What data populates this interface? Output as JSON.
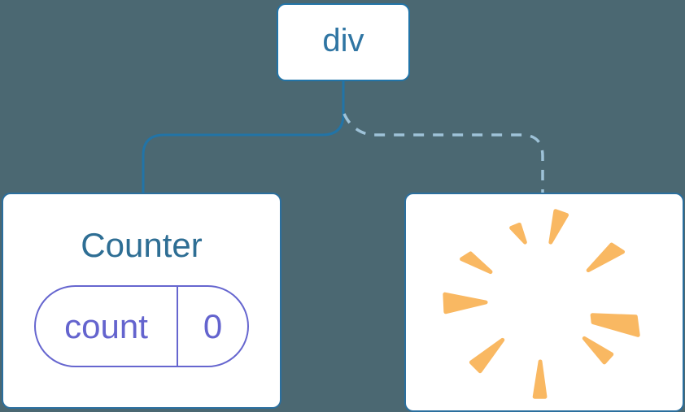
{
  "diagram": {
    "description": "component tree diagram",
    "root": {
      "label": "div"
    },
    "counter": {
      "title": "Counter",
      "state": {
        "key": "count",
        "value": "0"
      }
    },
    "removed": {
      "icon": "poof-icon"
    },
    "colors": {
      "background": "#4B6872",
      "node_blue": "#2274A7",
      "card_border_blue": "#2B6F9E",
      "solid_connector": "#2274A7",
      "dashed_connector": "#9EC2D8",
      "state_purple": "#6565CE",
      "title_blue": "#2E6E94",
      "poof_orange": "#F9B862",
      "card_background": "#FFFFFF"
    }
  }
}
